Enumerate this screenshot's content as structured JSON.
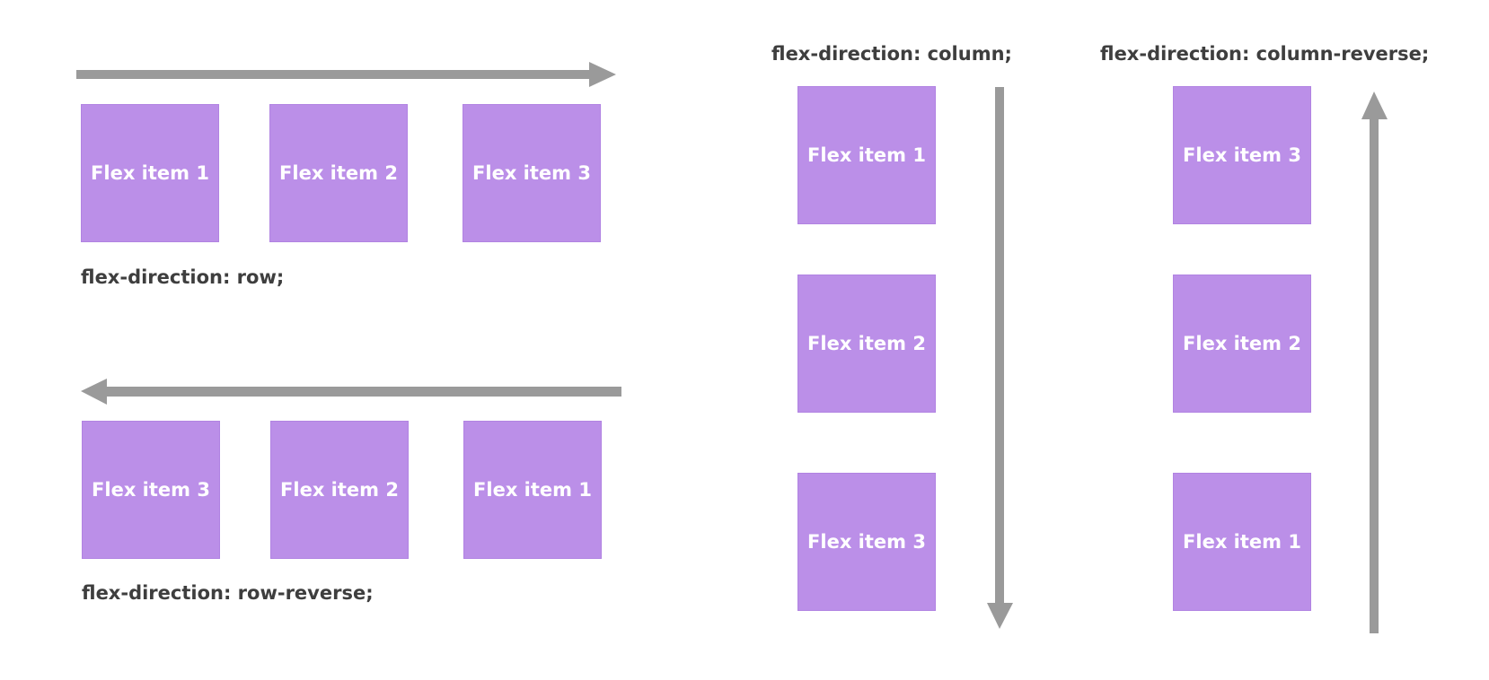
{
  "colors": {
    "item_fill": "#bb8fe8",
    "item_text": "#ffffff",
    "arrow": "#9a9a9a",
    "label_text": "#3e3e3e"
  },
  "panels": {
    "row": {
      "label": "flex-direction: row;",
      "arrow_direction": "right",
      "items": [
        "Flex item 1",
        "Flex item 2",
        "Flex item 3"
      ]
    },
    "row_reverse": {
      "label": "flex-direction: row-reverse;",
      "arrow_direction": "left",
      "items": [
        "Flex item 3",
        "Flex item 2",
        "Flex item 1"
      ]
    },
    "column": {
      "label": "flex-direction: column;",
      "arrow_direction": "down",
      "items": [
        "Flex item 1",
        "Flex item 2",
        "Flex item 3"
      ]
    },
    "column_reverse": {
      "label": "flex-direction: column-reverse;",
      "arrow_direction": "up",
      "items": [
        "Flex item 3",
        "Flex item 2",
        "Flex item 1"
      ]
    }
  }
}
